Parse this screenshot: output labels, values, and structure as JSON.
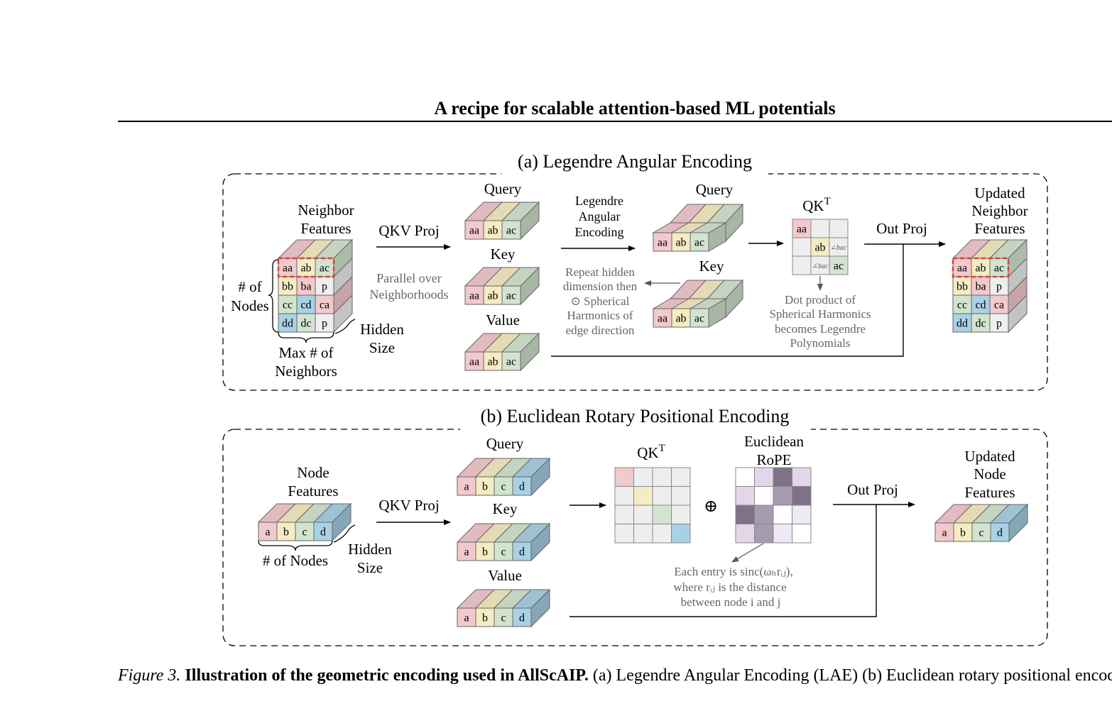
{
  "header": {
    "title": "A recipe for scalable attention-based ML potentials"
  },
  "panel_a": {
    "title": "(a) Legendre Angular Encoding",
    "neighbor_features": [
      "Neighbor",
      "Features"
    ],
    "num_nodes": [
      "# of",
      "Nodes"
    ],
    "max_neighbors": [
      "Max # of",
      "Neighbors"
    ],
    "hidden_size": [
      "Hidden",
      "Size"
    ],
    "input_rows": [
      [
        "aa",
        "ab",
        "ac"
      ],
      [
        "bb",
        "ba",
        "p"
      ],
      [
        "cc",
        "cd",
        "ca"
      ],
      [
        "dd",
        "dc",
        "p"
      ]
    ],
    "qkv_proj": "QKV Proj",
    "parallel_note": [
      "Parallel over",
      "Neighborhoods"
    ],
    "query_label": "Query",
    "key_label": "Key",
    "value_label": "Value",
    "slab_cells": [
      "aa",
      "ab",
      "ac"
    ],
    "lae_label": [
      "Legendre",
      "Angular",
      "Encoding"
    ],
    "repeat_note": [
      "Repeat hidden",
      "dimension then",
      "⊙ Spherical",
      "Harmonics of",
      "edge direction"
    ],
    "qkt_label": "QK",
    "qkt_sup": "T",
    "qkt_cells": [
      "aa",
      "ab",
      "ac"
    ],
    "qkt_angle": "∠bac",
    "dot_note": [
      "Dot product of",
      "Spherical Harmonics",
      "becomes Legendre",
      "Polynomials"
    ],
    "out_proj": "Out Proj",
    "updated": [
      "Updated",
      "Neighbor",
      "Features"
    ]
  },
  "panel_b": {
    "title": "(b) Euclidean Rotary Positional Encoding",
    "node_features": [
      "Node",
      "Features"
    ],
    "num_nodes": "# of Nodes",
    "hidden_size": [
      "Hidden",
      "Size"
    ],
    "cells": [
      "a",
      "b",
      "c",
      "d"
    ],
    "qkv_proj": "QKV Proj",
    "query_label": "Query",
    "key_label": "Key",
    "value_label": "Value",
    "qkt_label": "QK",
    "qkt_sup": "T",
    "rope_label": [
      "Euclidean",
      "RoPE"
    ],
    "oplus": "⊕",
    "sinc_note": [
      "Each entry is sinc(ωₕrᵢⱼ),",
      "where rᵢⱼ is the distance",
      "between node i and j"
    ],
    "out_proj": "Out Proj",
    "updated": [
      "Updated",
      "Node",
      "Features"
    ]
  },
  "caption": {
    "label": "Figure 3.",
    "bold": "Illustration of the geometric encoding used in AllScAIP.",
    "text": " (a) Legendre Angular Encoding (LAE) (b) Euclidean rotary positional encoding."
  },
  "colors": {
    "pink": "#f2c9cd",
    "yellow": "#f5ecc3",
    "green": "#d2e4cf",
    "blue": "#a9d1e6",
    "gray": "#eeeeee",
    "dark_purple": "#7f7189",
    "mid_purple": "#a69bb0",
    "light_purple": "#e3d6e8",
    "lightest_purple": "#efe9f5",
    "red_dash": "#e0403a"
  }
}
